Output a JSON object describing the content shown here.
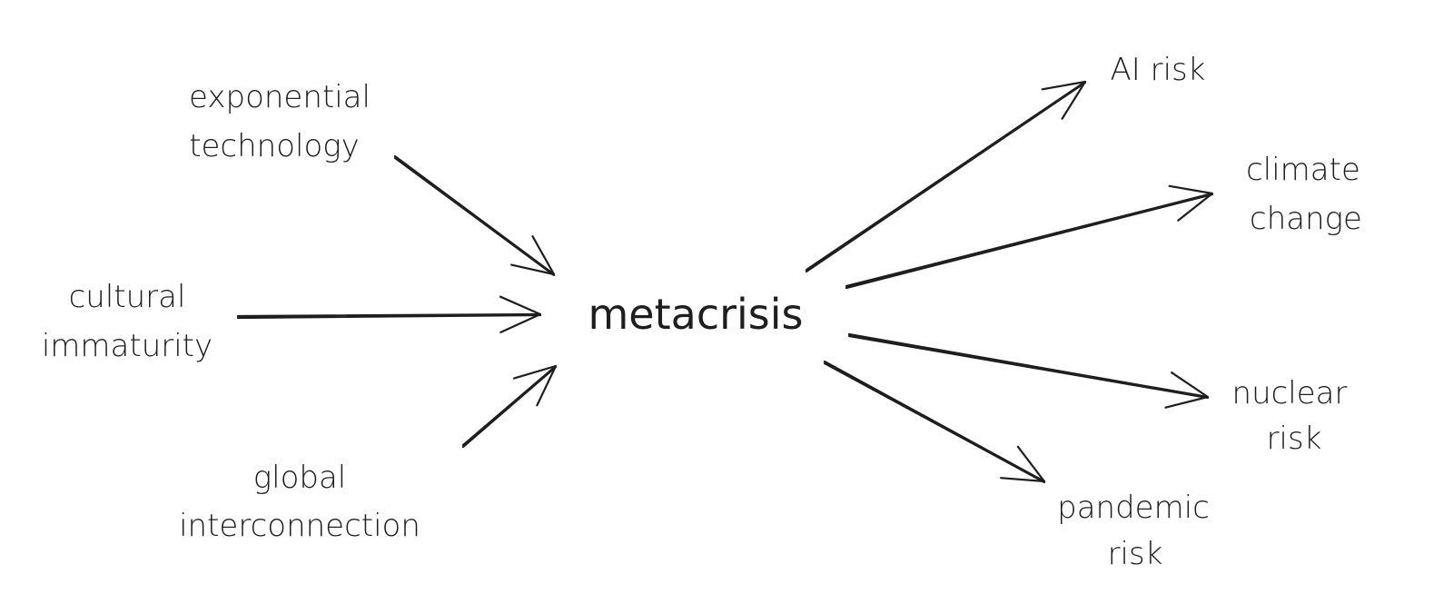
{
  "center": "metacrisis",
  "causes": [
    {
      "lines": [
        "exponential",
        "technology"
      ]
    },
    {
      "lines": [
        "cultural",
        "immaturity"
      ]
    },
    {
      "lines": [
        "global",
        "interconnection"
      ]
    }
  ],
  "effects": [
    {
      "lines": [
        "AI risk"
      ]
    },
    {
      "lines": [
        "climate",
        "change"
      ]
    },
    {
      "lines": [
        "nuclear",
        "risk"
      ]
    },
    {
      "lines": [
        "pandemic",
        "risk"
      ]
    }
  ],
  "colors": {
    "ink": "#1e1e1e",
    "background": "#ffffff"
  }
}
